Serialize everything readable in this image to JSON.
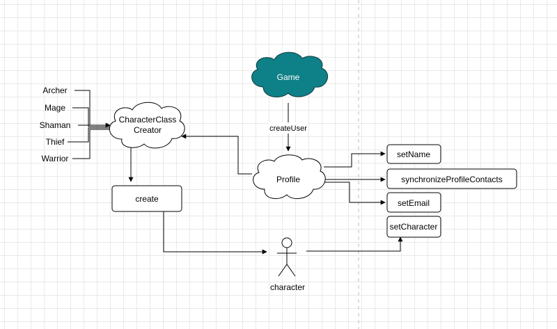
{
  "diagram": {
    "nodes": {
      "game": "Game",
      "character_class_creator": [
        "CharacterClass",
        "Creator"
      ],
      "profile": "Profile",
      "create": "create",
      "character": "character",
      "set_name": "setName",
      "synchronize_profile_contacts": "synchronizeProfileContacts",
      "set_email": "setEmail",
      "set_character": "setCharacter"
    },
    "classes": [
      "Archer",
      "Mage",
      "Shaman",
      "Thief",
      "Warrior"
    ],
    "edge_labels": {
      "create_user": "createUser"
    },
    "colors": {
      "game_fill": "#0e8088",
      "game_stroke": "#10393b",
      "game_text": "#ffffff",
      "stroke": "#000000",
      "node_fill": "#ffffff"
    }
  }
}
